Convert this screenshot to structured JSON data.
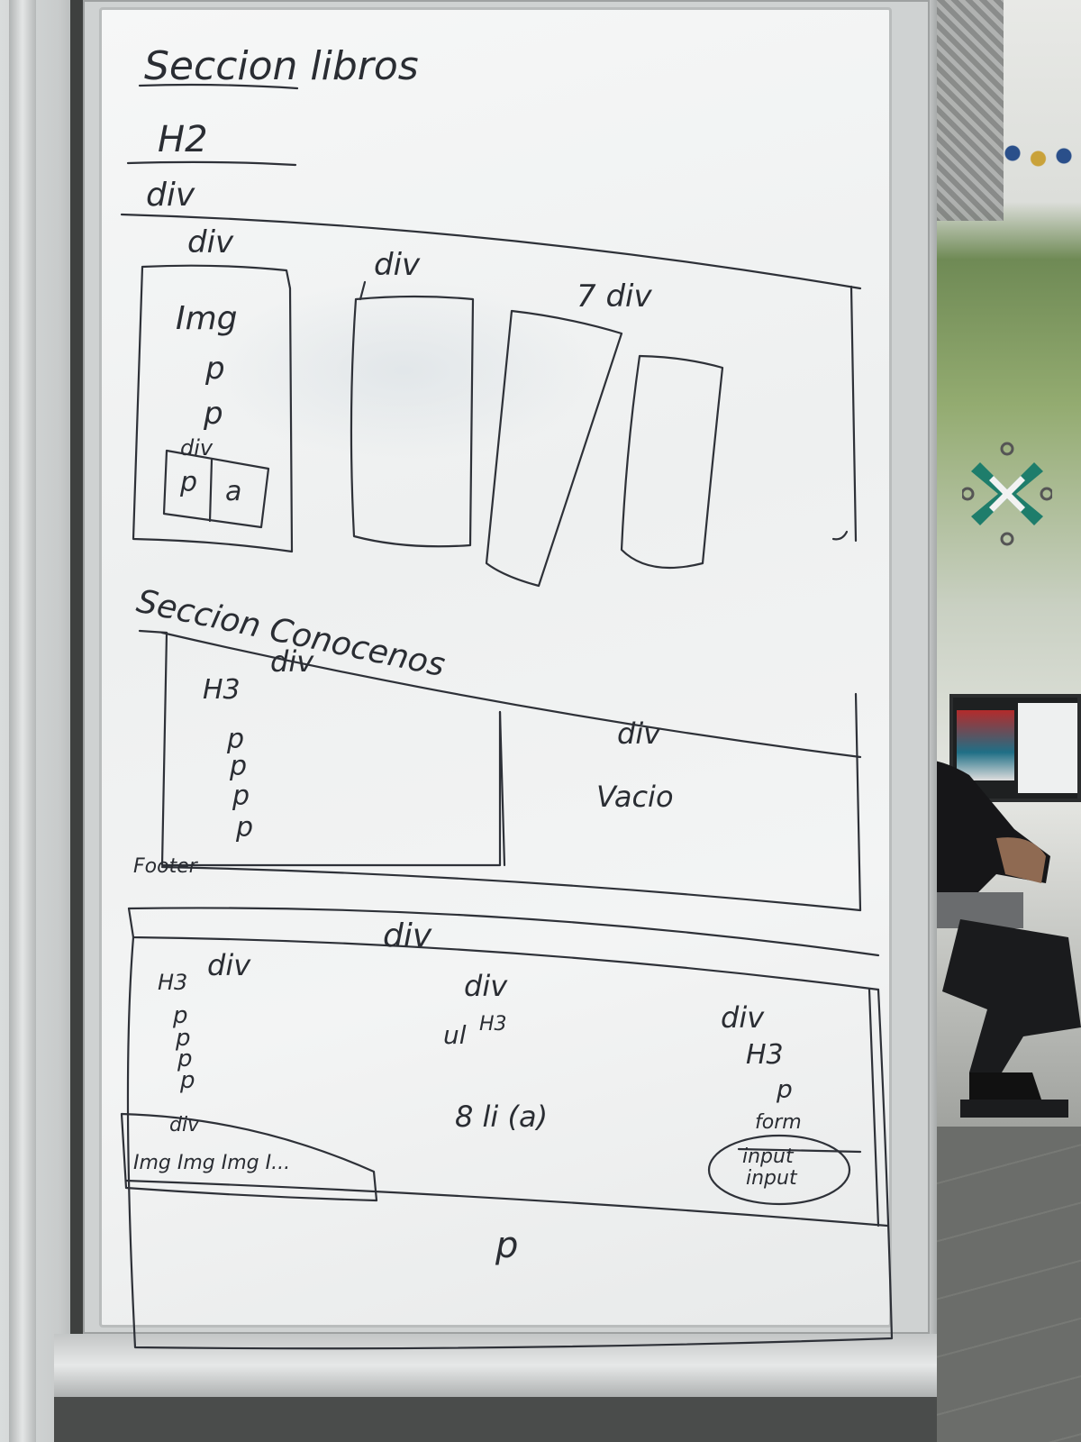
{
  "whiteboard": {
    "section_books": {
      "title": "Seccion libros",
      "heading": "H2",
      "outer_div": "div",
      "cards": [
        {
          "label": "div",
          "items": [
            "Img",
            "p",
            "p"
          ],
          "inner_label": "div",
          "inner_items": [
            "p",
            "a"
          ]
        },
        {
          "label": "div"
        },
        {
          "label": "7 div"
        },
        {
          "label": ""
        }
      ]
    },
    "section_about": {
      "title": "Seccion Conocenos",
      "left": {
        "label": "div",
        "items": [
          "H3",
          "p",
          "p",
          "p",
          "p"
        ]
      },
      "right": {
        "label": "div",
        "note": "Vacio"
      }
    },
    "footer": {
      "title": "Footer",
      "outer_div": "div",
      "columns": [
        {
          "label": "div",
          "items": [
            "H3",
            "p",
            "p",
            "p",
            "p"
          ],
          "inner_label": "div",
          "inner_items": "Img Img Img I..."
        },
        {
          "label": "div",
          "items": [
            "ul",
            "H3"
          ],
          "note": "8 li (a)"
        },
        {
          "label": "div",
          "items": [
            "H3",
            "p",
            "form"
          ],
          "inputs": [
            "input",
            "input"
          ]
        }
      ],
      "bottom": "p"
    }
  }
}
